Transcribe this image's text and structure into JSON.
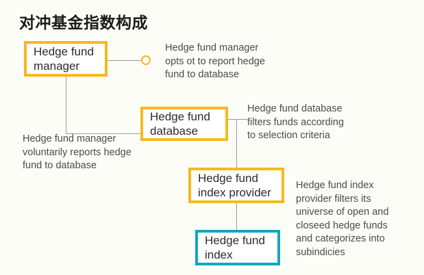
{
  "page": {
    "title": "对冲基金指数构成",
    "background_color": "#fdfdf8"
  },
  "colors": {
    "accent_yellow": "#f6b91d",
    "accent_teal": "#14a5bf",
    "connector_gray": "#9a9a9a",
    "box_fill": "#ffffff",
    "note_text": "#4a4a4a",
    "title_text": "#1a1a1a"
  },
  "nodes": [
    {
      "id": "manager",
      "label": "Hedge fund\nmanager",
      "border_color": "#f6b91d"
    },
    {
      "id": "database",
      "label": "Hedge fund\ndatabase",
      "border_color": "#f6b91d"
    },
    {
      "id": "index_provider",
      "label": "Hedge fund\nindex provider",
      "border_color": "#f6b91d"
    },
    {
      "id": "index",
      "label": "Hedge fund\nindex",
      "border_color": "#14a5bf"
    }
  ],
  "notes": [
    {
      "id": "manager_opt_out",
      "text": "Hedge fund manager\nopts ot to report hedge\nfund to database"
    },
    {
      "id": "manager_reports",
      "text": "Hedge fund manager\nvoluntarily reports hedge\nfund to database"
    },
    {
      "id": "database_filters",
      "text": "Hedge fund database\nfilters funds according\nto selection criteria"
    },
    {
      "id": "provider_filters",
      "text": "Hedge fund index\nprovider filters its\nuniverse of open and\ncloseed hedge funds\nand categorizes into\nsubindicies"
    }
  ]
}
